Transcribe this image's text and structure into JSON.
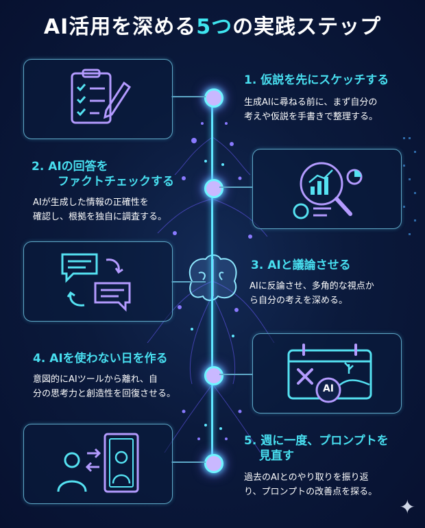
{
  "title": {
    "prefix": "AI活用を深める",
    "highlight": "5つ",
    "suffix": "の実践ステップ"
  },
  "steps": [
    {
      "title": "1. 仮説を先にスケッチする",
      "desc_line1": "生成AIに尋ねる前に、まず自分の",
      "desc_line2": "考えや仮説を手書きで整理する。",
      "icon": "checklist-pencil-icon"
    },
    {
      "title_line1": "2. AIの回答を",
      "title_line2": "ファクトチェックする",
      "desc_line1": "AIが生成した情報の正確性を",
      "desc_line2": "確認し、根拠を独自に調査する。",
      "icon": "magnifier-chart-icon"
    },
    {
      "title": "3. AIと議論させる",
      "desc_line1": "AIに反論させ、多角的な視点か",
      "desc_line2": "ら自分の考えを深める。",
      "icon": "chat-bubbles-icon"
    },
    {
      "title": "4. AIを使わない日を作る",
      "desc_line1": "意図的にAIツールから離れ、自",
      "desc_line2": "分の思考力と創造性を回復させる。",
      "icon": "calendar-no-ai-icon",
      "badge": "AI"
    },
    {
      "title_line1": "5. 週に一度、プロンプトを",
      "title_line2": "見直す",
      "desc_line1": "過去のAIとのやり取りを振り返",
      "desc_line2": "り、プロンプトの改善点を探る。",
      "icon": "person-mirror-icon"
    }
  ],
  "colors": {
    "accent": "#48dff0",
    "background": "#0b1a3c",
    "node": "#c9b8ff",
    "card_border": "#5fa9c8"
  }
}
